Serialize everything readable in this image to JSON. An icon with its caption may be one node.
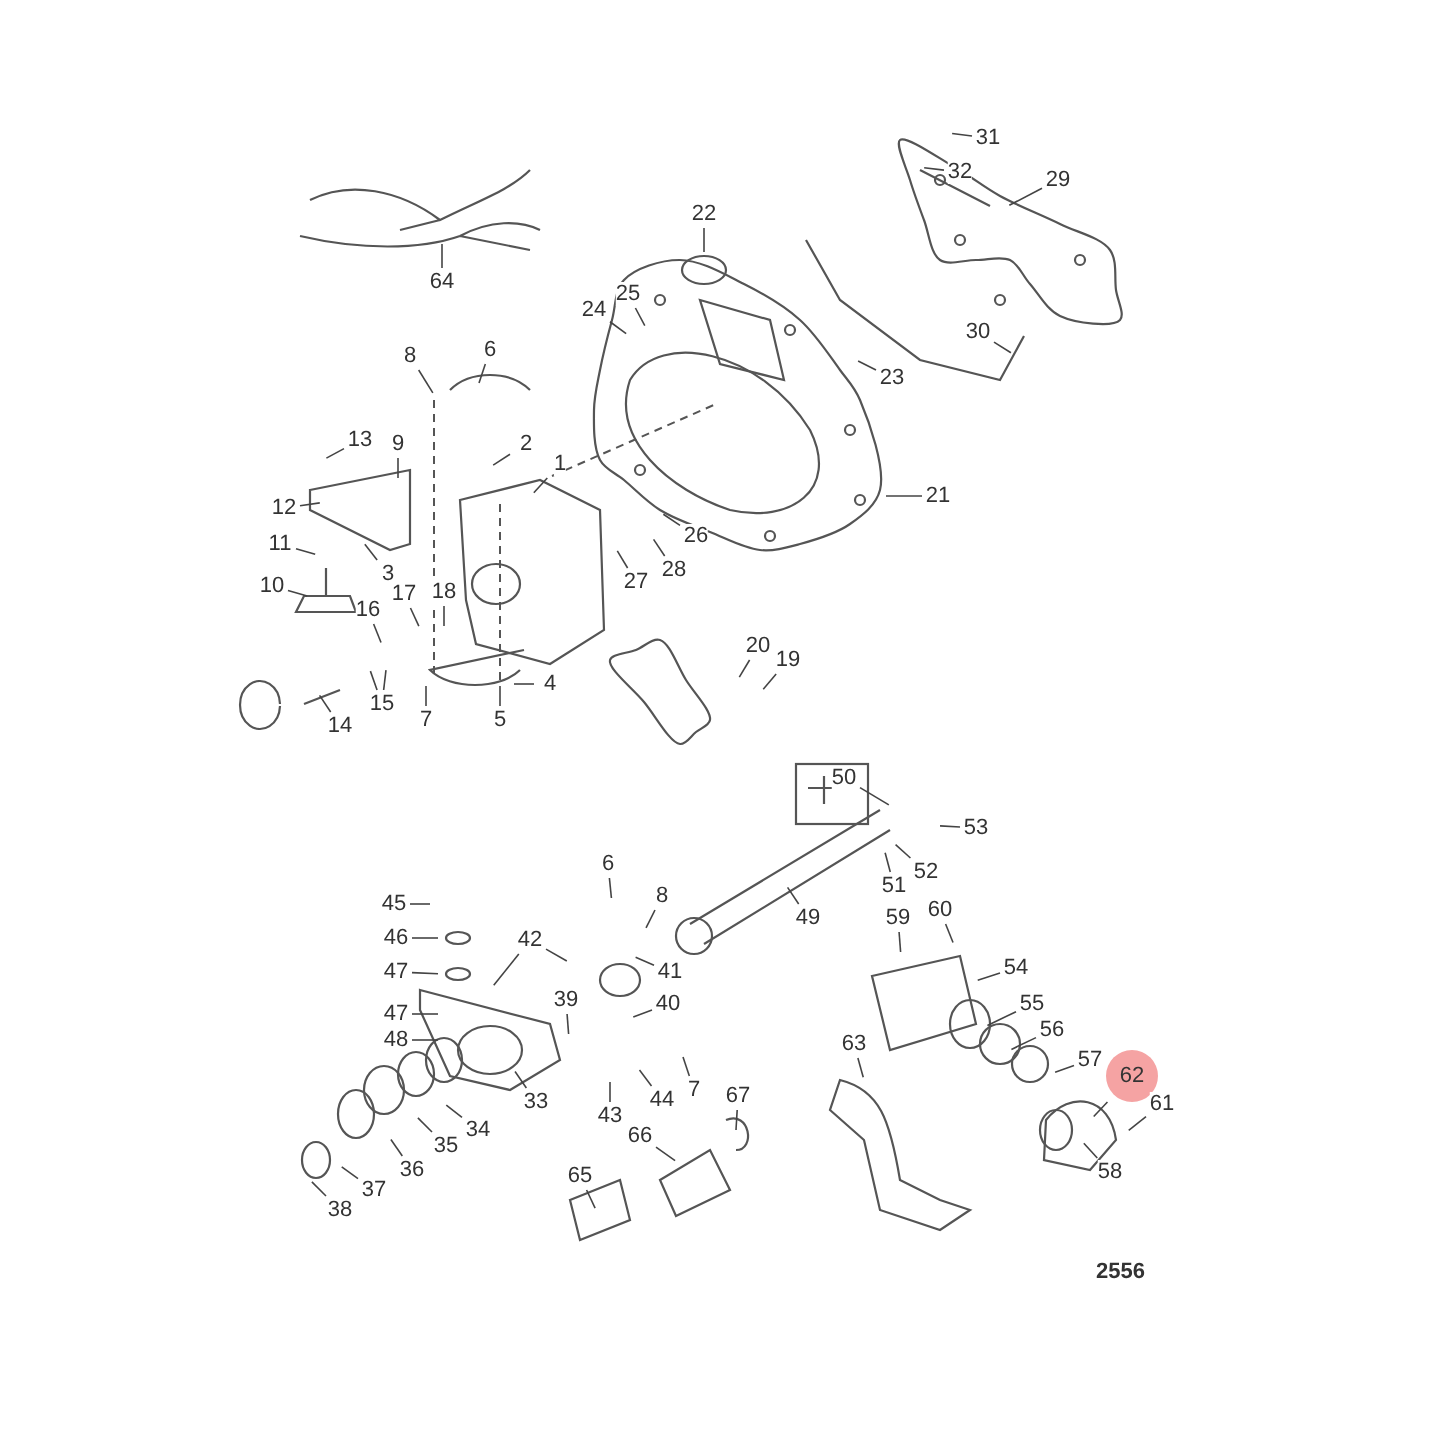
{
  "diagram": {
    "nodes": [
      {
        "text": [
          "31"
        ]
      },
      {
        "text": [
          "32"
        ]
      },
      {
        "text": [
          "29"
        ]
      },
      {
        "text": [
          "64"
        ]
      },
      {
        "text": [
          "22"
        ]
      },
      {
        "text": [
          "25"
        ]
      },
      {
        "text": [
          "24"
        ]
      },
      {
        "text": [
          "30"
        ]
      },
      {
        "text": [
          "6"
        ]
      },
      {
        "text": [
          "8"
        ]
      },
      {
        "text": [
          "23"
        ]
      },
      {
        "text": [
          "13"
        ]
      },
      {
        "text": [
          "9"
        ]
      },
      {
        "text": [
          "2"
        ]
      },
      {
        "text": [
          "1"
        ]
      },
      {
        "text": [
          "21"
        ]
      },
      {
        "text": [
          "12"
        ]
      },
      {
        "text": [
          "11"
        ]
      },
      {
        "text": [
          "26"
        ]
      },
      {
        "text": [
          "10"
        ]
      },
      {
        "text": [
          "3"
        ]
      },
      {
        "text": [
          "28"
        ]
      },
      {
        "text": [
          "27"
        ]
      },
      {
        "text": [
          "18"
        ]
      },
      {
        "text": [
          "17"
        ]
      },
      {
        "text": [
          "16"
        ]
      },
      {
        "text": [
          "20"
        ]
      },
      {
        "text": [
          "19"
        ]
      },
      {
        "text": [
          "4"
        ]
      },
      {
        "text": [
          "15"
        ]
      },
      {
        "text": [
          "7"
        ]
      },
      {
        "text": [
          "5"
        ]
      },
      {
        "text": [
          "14"
        ]
      },
      {
        "text": [
          "50"
        ]
      },
      {
        "text": [
          "53"
        ]
      },
      {
        "text": [
          "52"
        ]
      },
      {
        "text": [
          "51"
        ]
      },
      {
        "text": [
          "6"
        ]
      },
      {
        "text": [
          "45"
        ]
      },
      {
        "text": [
          "8"
        ]
      },
      {
        "text": [
          "49"
        ]
      },
      {
        "text": [
          "59"
        ]
      },
      {
        "text": [
          "60"
        ]
      },
      {
        "text": [
          "46"
        ]
      },
      {
        "text": [
          "47"
        ]
      },
      {
        "text": [
          "42"
        ]
      },
      {
        "text": [
          "41"
        ]
      },
      {
        "text": [
          "40"
        ]
      },
      {
        "text": [
          "39"
        ]
      },
      {
        "text": [
          "54"
        ]
      },
      {
        "text": [
          "47"
        ]
      },
      {
        "text": [
          "48"
        ]
      },
      {
        "text": [
          "55"
        ]
      },
      {
        "text": [
          "63"
        ]
      },
      {
        "text": [
          "56"
        ]
      },
      {
        "text": [
          "57"
        ]
      },
      {
        "text": [
          "44"
        ]
      },
      {
        "text": [
          "7"
        ]
      },
      {
        "text": [
          "62"
        ]
      },
      {
        "text": [
          "61"
        ]
      },
      {
        "text": [
          "43"
        ]
      },
      {
        "text": [
          "33"
        ]
      },
      {
        "text": [
          "34"
        ]
      },
      {
        "text": [
          "35"
        ]
      },
      {
        "text": [
          "67"
        ]
      },
      {
        "text": [
          "36"
        ]
      },
      {
        "text": [
          "58"
        ]
      },
      {
        "text": [
          "37"
        ]
      },
      {
        "text": [
          "66"
        ]
      },
      {
        "text": [
          "38"
        ]
      },
      {
        "text": [
          "65"
        ]
      }
    ],
    "edges": [
      {
        "from": 0,
        "to": null,
        "arrow": "none"
      },
      {
        "from": 1,
        "to": null,
        "arrow": "none"
      },
      {
        "from": 2,
        "to": null,
        "arrow": "none"
      },
      {
        "from": 3,
        "to": null,
        "arrow": "none"
      },
      {
        "from": 4,
        "to": null,
        "arrow": "none"
      },
      {
        "from": 5,
        "to": null,
        "arrow": "none"
      },
      {
        "from": 6,
        "to": null,
        "arrow": "none"
      },
      {
        "from": 7,
        "to": null,
        "arrow": "none"
      },
      {
        "from": 8,
        "to": null,
        "arrow": "none"
      },
      {
        "from": 9,
        "to": null,
        "arrow": "none"
      },
      {
        "from": 10,
        "to": null,
        "arrow": "none"
      },
      {
        "from": 11,
        "to": null,
        "arrow": "none"
      },
      {
        "from": 12,
        "to": null,
        "arrow": "none"
      },
      {
        "from": 13,
        "to": null,
        "arrow": "none"
      },
      {
        "from": 14,
        "to": null,
        "arrow": "none"
      },
      {
        "from": 15,
        "to": null,
        "arrow": "none"
      },
      {
        "from": 16,
        "to": null,
        "arrow": "none"
      },
      {
        "from": 17,
        "to": null,
        "arrow": "none"
      },
      {
        "from": 18,
        "to": null,
        "arrow": "none"
      },
      {
        "from": 19,
        "to": null,
        "arrow": "none"
      },
      {
        "from": 20,
        "to": null,
        "arrow": "none"
      },
      {
        "from": 21,
        "to": null,
        "arrow": "none"
      },
      {
        "from": 22,
        "to": null,
        "arrow": "none"
      },
      {
        "from": 23,
        "to": null,
        "arrow": "none"
      },
      {
        "from": 24,
        "to": null,
        "arrow": "none"
      },
      {
        "from": 25,
        "to": null,
        "arrow": "none"
      },
      {
        "from": 26,
        "to": null,
        "arrow": "none"
      },
      {
        "from": 27,
        "to": null,
        "arrow": "none"
      },
      {
        "from": 28,
        "to": null,
        "arrow": "none"
      },
      {
        "from": 29,
        "to": null,
        "arrow": "none"
      },
      {
        "from": 29,
        "to": null,
        "arrow": "none"
      },
      {
        "from": 30,
        "to": null,
        "arrow": "none"
      },
      {
        "from": 31,
        "to": null,
        "arrow": "none"
      },
      {
        "from": 32,
        "to": null,
        "arrow": "none"
      },
      {
        "from": 33,
        "to": null,
        "arrow": "none"
      },
      {
        "from": 34,
        "to": null,
        "arrow": "none"
      },
      {
        "from": 35,
        "to": null,
        "arrow": "none"
      },
      {
        "from": 36,
        "to": null,
        "arrow": "none"
      },
      {
        "from": 37,
        "to": null,
        "arrow": "none"
      },
      {
        "from": 38,
        "to": null,
        "arrow": "none"
      },
      {
        "from": 39,
        "to": null,
        "arrow": "none"
      },
      {
        "from": 40,
        "to": null,
        "arrow": "none"
      },
      {
        "from": 41,
        "to": null,
        "arrow": "none"
      },
      {
        "from": 42,
        "to": null,
        "arrow": "none"
      },
      {
        "from": 43,
        "to": null,
        "arrow": "none"
      },
      {
        "from": 44,
        "to": null,
        "arrow": "none"
      },
      {
        "from": 45,
        "to": null,
        "arrow": "none"
      },
      {
        "from": 45,
        "to": null,
        "arrow": "none"
      },
      {
        "from": 46,
        "to": null,
        "arrow": "none"
      },
      {
        "from": 47,
        "to": null,
        "arrow": "none"
      },
      {
        "from": 48,
        "to": null,
        "arrow": "none"
      },
      {
        "from": 49,
        "to": null,
        "arrow": "none"
      },
      {
        "from": 50,
        "to": null,
        "arrow": "none"
      },
      {
        "from": 51,
        "to": null,
        "arrow": "none"
      },
      {
        "from": 52,
        "to": null,
        "arrow": "none"
      },
      {
        "from": 53,
        "to": null,
        "arrow": "none"
      },
      {
        "from": 54,
        "to": null,
        "arrow": "none"
      },
      {
        "from": 55,
        "to": null,
        "arrow": "none"
      },
      {
        "from": 56,
        "to": null,
        "arrow": "none"
      },
      {
        "from": 57,
        "to": null,
        "arrow": "none"
      },
      {
        "from": 58,
        "to": null,
        "arrow": "none"
      },
      {
        "from": 59,
        "to": null,
        "arrow": "none"
      },
      {
        "from": 60,
        "to": null,
        "arrow": "none"
      },
      {
        "from": 61,
        "to": null,
        "arrow": "none"
      },
      {
        "from": 62,
        "to": null,
        "arrow": "none"
      },
      {
        "from": 63,
        "to": null,
        "arrow": "none"
      },
      {
        "from": 64,
        "to": null,
        "arrow": "none"
      },
      {
        "from": 65,
        "to": null,
        "arrow": "none"
      },
      {
        "from": 66,
        "to": null,
        "arrow": "none"
      },
      {
        "from": 67,
        "to": null,
        "arrow": "none"
      },
      {
        "from": 68,
        "to": null,
        "arrow": "none"
      },
      {
        "from": 69,
        "to": null,
        "arrow": "none"
      },
      {
        "from": 70,
        "to": null,
        "arrow": "none"
      }
    ],
    "labels": [
      "2556"
    ]
  }
}
